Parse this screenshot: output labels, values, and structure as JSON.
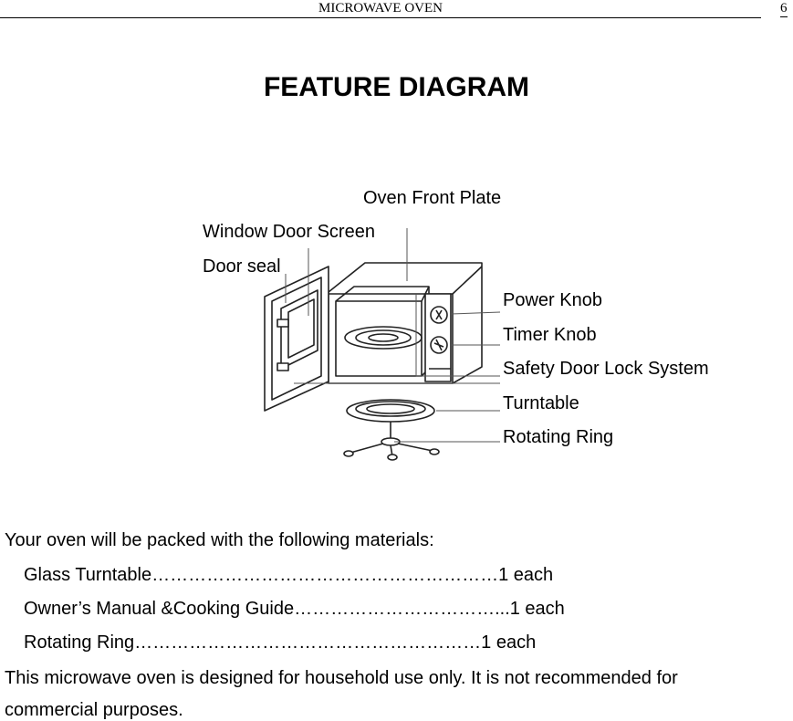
{
  "header": {
    "title": "MICROWAVE OVEN",
    "page_number": "6"
  },
  "heading": "FEATURE DIAGRAM",
  "diagram": {
    "labels": {
      "oven_front_plate": "Oven Front Plate",
      "window_door_screen": "Window Door Screen",
      "door_seal": "Door seal",
      "power_knob": "Power Knob",
      "timer_knob": "Timer Knob",
      "safety_door_lock": "Safety Door Lock System",
      "turntable": "Turntable",
      "rotating_ring": "Rotating Ring"
    }
  },
  "materials": {
    "intro": "Your oven will be packed with the following materials:",
    "items": [
      "Glass Turntable…………………………………………………1 each",
      "Owner’s Manual &Cooking Guide……………………………...1 each",
      "Rotating Ring…………………………………………………1 each"
    ]
  },
  "note": {
    "line1": "This microwave oven is designed for household use only. It is not recommended for",
    "line2": "commercial purposes."
  }
}
